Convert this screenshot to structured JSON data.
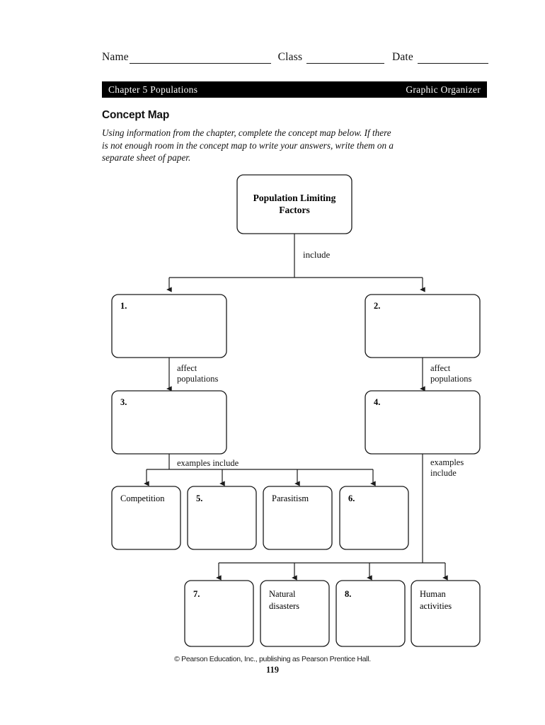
{
  "header": {
    "name_label": "Name",
    "class_label": "Class",
    "date_label": "Date",
    "name_value": "",
    "class_value": "",
    "date_value": "",
    "chapter": "Chapter 5  Populations",
    "worksheet_type": "Graphic Organizer"
  },
  "section": {
    "title": "Concept Map",
    "instructions": "Using information from the chapter, complete the concept map below. If there is not enough room in the concept map to write your answers, write them on a separate sheet of paper."
  },
  "concept_map": {
    "root": {
      "label": "Population Limiting\nFactors",
      "line1": "Population Limiting",
      "line2": "Factors"
    },
    "connector_labels": {
      "include": "include",
      "affect_populations_left": "affect\npopulations",
      "affect_populations_left_l1": "affect",
      "affect_populations_left_l2": "populations",
      "affect_populations_right_l1": "affect",
      "affect_populations_right_l2": "populations",
      "examples_include_left": "examples include",
      "examples_include_right_l1": "examples",
      "examples_include_right_l2": "include"
    },
    "level2": [
      {
        "number": "1.",
        "answer": ""
      },
      {
        "number": "2.",
        "answer": ""
      }
    ],
    "level3": [
      {
        "number": "3.",
        "answer": ""
      },
      {
        "number": "4.",
        "answer": ""
      }
    ],
    "level4_left": [
      {
        "number": "",
        "answer": "Competition"
      },
      {
        "number": "5.",
        "answer": ""
      },
      {
        "number": "",
        "answer": "Parasitism"
      },
      {
        "number": "6.",
        "answer": ""
      }
    ],
    "level4_right": [
      {
        "number": "7.",
        "answer": ""
      },
      {
        "number": "",
        "answer": "Natural\ndisasters",
        "line1": "Natural",
        "line2": "disasters"
      },
      {
        "number": "8.",
        "answer": ""
      },
      {
        "number": "",
        "answer": "Human\nactivities",
        "line1": "Human",
        "line2": "activities"
      }
    ]
  },
  "footer": {
    "copyright": "© Pearson Education, Inc., publishing as Pearson Prentice Hall.",
    "page_number": "119"
  },
  "colors": {
    "ink": "#111111",
    "bar_background": "#000000",
    "bar_text": "#ffffff",
    "page_background": "#ffffff"
  }
}
